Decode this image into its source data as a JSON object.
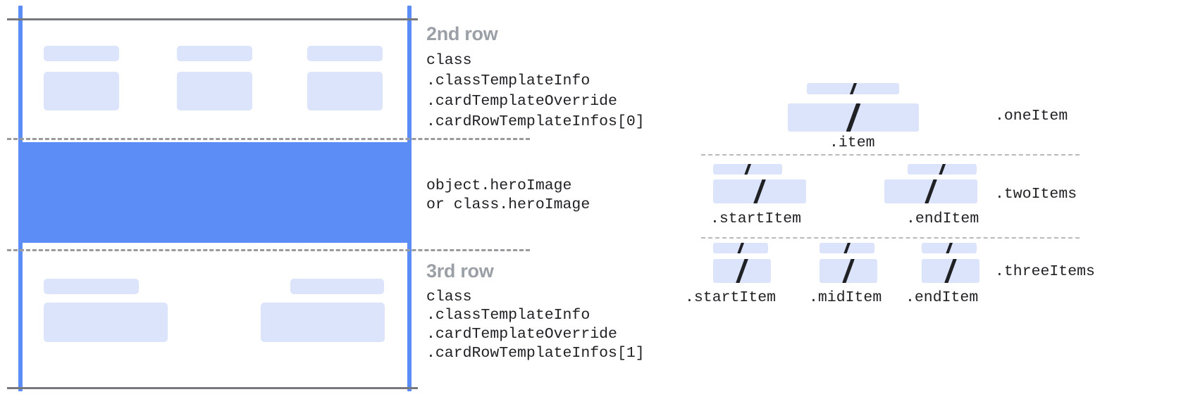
{
  "diagram": {
    "title_semantic": "card-row-template-anatomy",
    "colors": {
      "accent_blue": "#5c8df6",
      "placeholder_blue": "#dbe4fb",
      "hero_band": "#5c8df6",
      "rule_gray": "#77787b",
      "dashed_gray": "#9a9b9e",
      "row_title_gray": "#9aa0a6",
      "code_text": "#202124"
    }
  },
  "left": {
    "row2": {
      "title": "2nd row",
      "code_lines": [
        "class",
        ".classTemplateInfo",
        ".cardTemplateOverride",
        ".cardRowTemplateInfos[0]"
      ]
    },
    "hero": {
      "code_lines": [
        "object.heroImage",
        "or class.heroImage"
      ]
    },
    "row3": {
      "title": "3rd row",
      "code_lines": [
        "class",
        ".classTemplateInfo",
        ".cardTemplateOverride",
        ".cardRowTemplateInfos[1]"
      ]
    }
  },
  "right": {
    "groups": [
      {
        "name": ".oneItem",
        "items": [
          {
            "label": ".item",
            "slash": "/"
          }
        ]
      },
      {
        "name": ".twoItems",
        "items": [
          {
            "label": ".startItem",
            "slash": "/"
          },
          {
            "label": ".endItem",
            "slash": "/"
          }
        ]
      },
      {
        "name": ".threeItems",
        "items": [
          {
            "label": ".startItem",
            "slash": "/"
          },
          {
            "label": ".midItem",
            "slash": "/"
          },
          {
            "label": ".endItem",
            "slash": "/"
          }
        ]
      }
    ]
  }
}
